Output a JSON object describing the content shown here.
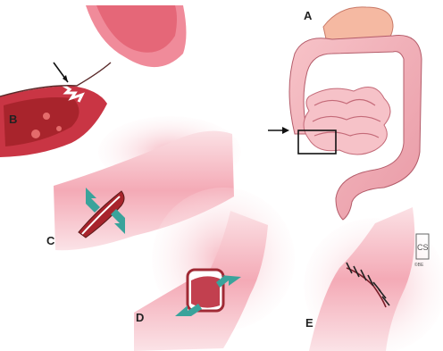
{
  "figure": {
    "panels": [
      {
        "id": "A",
        "label": "A"
      },
      {
        "id": "B",
        "label": "B"
      },
      {
        "id": "C",
        "label": "C"
      },
      {
        "id": "D",
        "label": "D"
      },
      {
        "id": "E",
        "label": "E"
      }
    ],
    "logo": {
      "letters": "CS",
      "caption": "©BE"
    }
  },
  "colors": {
    "tissue_light": "#f9d2d8",
    "tissue_mid": "#f2a7b2",
    "tissue_dark": "#c2404f",
    "lumen_red": "#a8242c",
    "arrow_teal": "#3aa39b",
    "stomach": "#f5b9a2",
    "outline": "#333333"
  }
}
